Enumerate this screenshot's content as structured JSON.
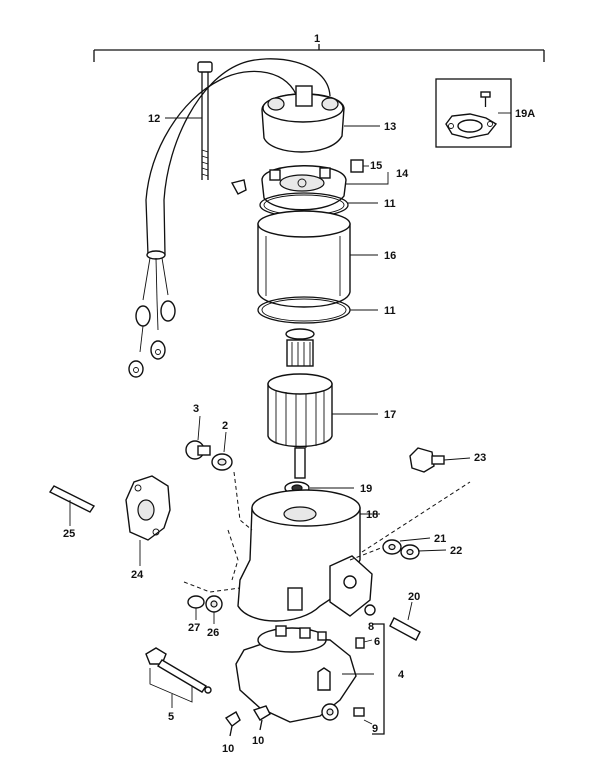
{
  "callouts": {
    "c1": "1",
    "c2": "2",
    "c3": "3",
    "c4": "4",
    "c5": "5",
    "c6": "6",
    "c8": "8",
    "c9": "9",
    "c10a": "10",
    "c10b": "10",
    "c11a": "11",
    "c11b": "11",
    "c12": "12",
    "c13": "13",
    "c14": "14",
    "c15": "15",
    "c16": "16",
    "c17": "17",
    "c18": "18",
    "c19": "19",
    "c19a": "19A",
    "c20": "20",
    "c21": "21",
    "c22": "22",
    "c23": "23",
    "c24": "24",
    "c25": "25",
    "c26": "26",
    "c27": "27"
  }
}
